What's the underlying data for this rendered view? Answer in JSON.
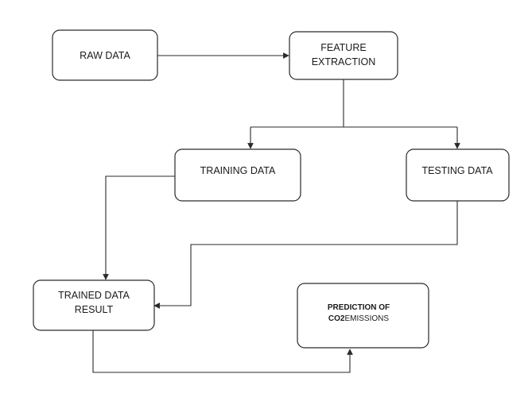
{
  "nodes": {
    "raw_data": {
      "label": "RAW DATA"
    },
    "feature_extraction": {
      "line1": "FEATURE",
      "line2": "EXTRACTION"
    },
    "training_data": {
      "label": "TRAINING DATA"
    },
    "testing_data": {
      "label": "TESTING DATA"
    },
    "trained_result": {
      "line1": "TRAINED DATA",
      "line2": "RESULT"
    },
    "prediction": {
      "line1": "PREDICTION OF",
      "line2_bold": "CO2",
      "line2_rest": "EMISSIONS"
    }
  },
  "colors": {
    "stroke": "#2a2a2a",
    "text": "#1a1a1a",
    "background": "#ffffff"
  }
}
